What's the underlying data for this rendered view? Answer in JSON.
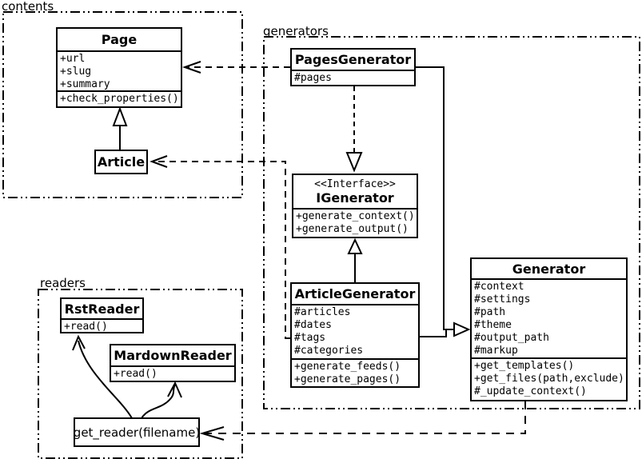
{
  "packages": {
    "contents": {
      "label": "contents"
    },
    "generators": {
      "label": "generators"
    },
    "readers": {
      "label": "readers"
    }
  },
  "classes": {
    "page": {
      "name": "Page",
      "attributes": [
        "+url",
        "+slug",
        "+summary"
      ],
      "methods": [
        "+check_properties()"
      ]
    },
    "article": {
      "name": "Article"
    },
    "pages_generator": {
      "name": "PagesGenerator",
      "attributes": [
        "#pages"
      ]
    },
    "igenerator": {
      "stereotype": "<<Interface>>",
      "name": "IGenerator",
      "methods": [
        "+generate_context()",
        "+generate_output()"
      ]
    },
    "article_generator": {
      "name": "ArticleGenerator",
      "attributes": [
        "#articles",
        "#dates",
        "#tags",
        "#categories"
      ],
      "methods": [
        "+generate_feeds()",
        "+generate_pages()"
      ]
    },
    "generator": {
      "name": "Generator",
      "attributes": [
        "#context",
        "#settings",
        "#path",
        "#theme",
        "#output_path",
        "#markup"
      ],
      "methods": [
        "+get_templates()",
        "+get_files(path,exclude)",
        "#_update_context()"
      ]
    },
    "rst_reader": {
      "name": "RstReader",
      "methods": [
        "+read()"
      ]
    },
    "markdown_reader": {
      "name": "MardownReader",
      "methods": [
        "+read()"
      ]
    },
    "get_reader": {
      "label": "get_reader(filename)"
    }
  },
  "relationships": [
    {
      "type": "generalization",
      "from": "Article",
      "to": "Page"
    },
    {
      "type": "realization",
      "from": "PagesGenerator",
      "to": "IGenerator"
    },
    {
      "type": "generalization",
      "from": "ArticleGenerator",
      "to": "IGenerator"
    },
    {
      "type": "generalization",
      "from": "PagesGenerator",
      "to": "Generator"
    },
    {
      "type": "generalization",
      "from": "ArticleGenerator",
      "to": "Generator"
    },
    {
      "type": "dependency",
      "from": "PagesGenerator",
      "to": "Page"
    },
    {
      "type": "dependency",
      "from": "ArticleGenerator",
      "to": "Article"
    },
    {
      "type": "dependency",
      "from": "Generator",
      "to": "get_reader"
    },
    {
      "type": "call",
      "from": "get_reader",
      "to": "RstReader"
    },
    {
      "type": "call",
      "from": "get_reader",
      "to": "MardownReader"
    }
  ],
  "colors": {
    "line": "#000000",
    "background": "#ffffff"
  }
}
